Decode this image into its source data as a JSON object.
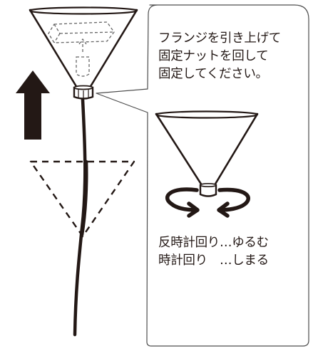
{
  "callout": {
    "instruction_lines": [
      "フランジを引き上げて",
      "固定ナットを回して",
      "固定してください。"
    ],
    "rotation_legend": [
      "反時計回り…ゆるむ",
      "時計回り　…しまる"
    ]
  },
  "colors": {
    "ink": "#231815",
    "paper": "#ffffff",
    "callout_border": "#4d4d4d"
  },
  "icons": {
    "up_arrow": "thick-up-arrow",
    "rotation": "rotation-arrows",
    "funnel": "funnel"
  }
}
